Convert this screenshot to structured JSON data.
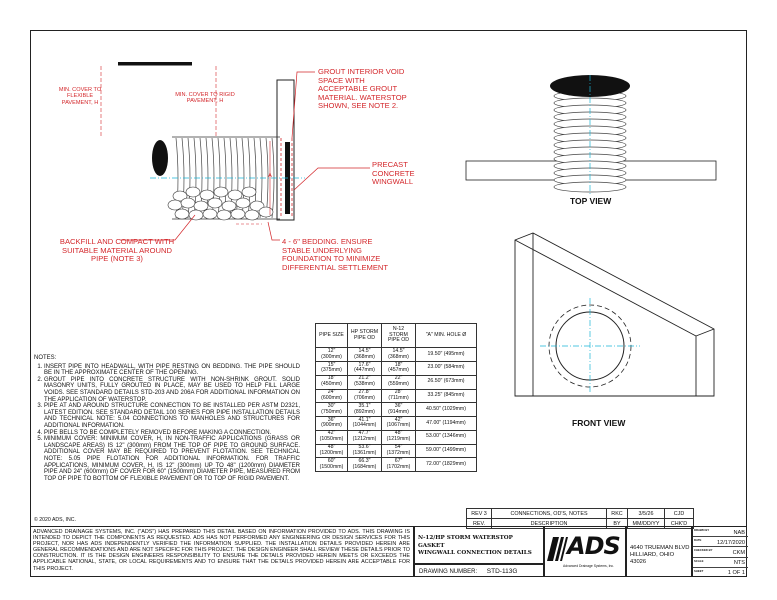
{
  "labels": {
    "min_cover_flexible": "MIN. COVER TO FLEXIBLE PAVEMENT, H",
    "min_cover_rigid": "MIN. COVER TO RIGID PAVEMENT, H",
    "grout": "GROUT INTERIOR VOID SPACE WITH ACCEPTABLE GROUT MATERIAL. WATERSTOP SHOWN, SEE NOTE 2.",
    "wingwall": "PRECAST CONCRETE WINGWALL",
    "backfill": "BACKFILL AND COMPACT WITH SUITABLE MATERIAL AROUND PIPE (NOTE 3)",
    "bedding": "4 - 6\" BEDDING. ENSURE STABLE UNDERLYING FOUNDATION TO MINIMIZE DIFFERENTIAL SETTLEMENT",
    "dim_a": "A"
  },
  "views": {
    "top": "TOP VIEW",
    "front": "FRONT VIEW"
  },
  "pipe_table": {
    "headers": [
      "PIPE SIZE",
      "HP STORM PIPE OD",
      "N-12 STORM PIPE OD",
      "\"A\" MIN. HOLE Ø"
    ],
    "rows": [
      [
        "12\" (300mm)",
        "14.5\" (368mm)",
        "14.5\" (368mm)",
        "19.50\" (495mm)"
      ],
      [
        "15\" (375mm)",
        "17.6\" (447mm)",
        "18\" (457mm)",
        "23.00\" (584mm)"
      ],
      [
        "18\" (450mm)",
        "21.2\" (538mm)",
        "22\" (559mm)",
        "26.50\" (673mm)"
      ],
      [
        "24\" (600mm)",
        "27.8\" (706mm)",
        "28\" (711mm)",
        "33.25\" (845mm)"
      ],
      [
        "30\" (750mm)",
        "35.1\" (892mm)",
        "36\" (914mm)",
        "40.50\" (1029mm)"
      ],
      [
        "36\" (900mm)",
        "41.1\" (1044mm)",
        "42\" (1067mm)",
        "47.00\" (1194mm)"
      ],
      [
        "42\" (1050mm)",
        "47.7\" (1212mm)",
        "48\" (1219mm)",
        "53.00\" (1346mm)"
      ],
      [
        "48\" (1200mm)",
        "53.6\" (1361mm)",
        "54\" (1372mm)",
        "59.00\" (1499mm)"
      ],
      [
        "60\" (1500mm)",
        "66.3\" (1684mm)",
        "67\" (1702mm)",
        "72.00\" (1829mm)"
      ]
    ]
  },
  "notes": {
    "title": "NOTES:",
    "items": [
      "INSERT PIPE INTO HEADWALL, WITH PIPE RESTING ON BEDDING. THE PIPE SHOULD BE IN THE APPROXIMATE CENTER OF THE OPENING.",
      "GROUT PIPE INTO CONCRETE STRUCTURE WITH NON-SHRINK GROUT. SOLID MASONRY UNITS, FULLY GROUTED IN PLACE, MAY BE USED TO HELP FILL LARGE VOIDS. SEE STANDARD DETAILS STD-203 AND 206A FOR ADDITIONAL INFORMATION ON THE APPLICATION OF WATERSTOP.",
      "PIPE AT AND AROUND STRUCTURE CONNECTION TO BE INSTALLED PER ASTM D2321, LATEST EDITION. SEE STANDARD DETAIL 100 SERIES FOR PIPE INSTALLATION DETAILS AND TECHNICAL NOTE: 5.04 CONNECTIONS TO MANHOLES AND STRUCTURES FOR ADDITIONAL INFORMATION.",
      "PIPE BELLS TO BE COMPLETELY REMOVED BEFORE MAKING A CONNECTION.",
      "MINIMUM COVER: MINIMUM COVER, H, IN NON-TRAFFIC APPLICATIONS (GRASS OR LANDSCAPE AREAS) IS 12\" (300mm) FROM THE TOP OF PIPE TO GROUND SURFACE. ADDITIONAL COVER MAY BE REQUIRED TO PREVENT FLOTATION. SEE TECHNICAL NOTE: 5.05 PIPE FLOTATION FOR ADDITIONAL INFORMATION. FOR TRAFFIC APPLICATIONS, MINIMUM COVER, H, IS 12\" (300mm) UP TO 48\" (1200mm) DIAMETER PIPE AND 24\" (600mm) OF COVER FOR 60\" (1500mm) DIAMETER PIPE, MEASURED FROM TOP OF PIPE TO BOTTOM OF FLEXIBLE PAVEMENT OR TO TOP OF RIGID PAVEMENT."
    ]
  },
  "copyright": "© 2020 ADS, INC.",
  "disclaimer": "ADVANCED DRAINAGE SYSTEMS, INC. (\"ADS\") HAS PREPARED THIS DETAIL BASED ON INFORMATION PROVIDED TO ADS. THIS DRAWING IS INTENDED TO DEPICT THE COMPONENTS AS REQUESTED. ADS HAS NOT PERFORMED ANY ENGINEERING OR DESIGN SERVICES FOR THIS PROJECT, NOR HAS ADS INDEPENDENTLY VERIFIED THE INFORMATION SUPPLIED. THE INSTALLATION DETAILS PROVIDED HEREIN ARE GENERAL RECOMMENDATIONS AND ARE NOT SPECIFIC FOR THIS PROJECT. THE DESIGN ENGINEER SHALL REVIEW THESE DETAILS PRIOR TO CONSTRUCTION. IT IS THE DESIGN ENGINEERS RESPONSIBILITY TO ENSURE THE DETAILS PROVIDED HEREIN MEETS OR EXCEEDS THE APPLICABLE NATIONAL, STATE, OR LOCAL REQUIREMENTS AND TO ENSURE THAT THE DETAILS PROVIDED HEREIN ARE ACCEPTABLE FOR THIS PROJECT.",
  "revisions": {
    "row": [
      "REV 3",
      "CONNECTIONS, OD'S, NOTES",
      "RKC",
      "3/5/26",
      "CJD"
    ],
    "header": [
      "REV.",
      "DESCRIPTION",
      "BY",
      "MM/DD/YY",
      "CHK'D"
    ]
  },
  "title_block": {
    "title_line1": "N-12/HP STORM WATERSTOP GASKET",
    "title_line2": "WINGWALL CONNECTION DETAILS",
    "drawing_number_label": "DRAWING NUMBER:",
    "drawing_number": "STD-113G",
    "logo_text": "ADS",
    "logo_sub": "Advanced Drainage Systems, Inc.",
    "address_line1": "4640 TRUEMAN BLVD",
    "address_line2": "HILLIARD, OHIO 43026",
    "meta": [
      {
        "key": "DRAWN BY",
        "value": "NAB"
      },
      {
        "key": "DATE",
        "value": "12/17/2020"
      },
      {
        "key": "CHECKED BY",
        "value": "CKM"
      },
      {
        "key": "SCALE",
        "value": "NTS"
      },
      {
        "key": "SHEET",
        "value": "1 OF 1"
      }
    ]
  },
  "colors": {
    "annotation": "#d3272b",
    "centerline": "#19b5d6",
    "line": "#222222"
  }
}
